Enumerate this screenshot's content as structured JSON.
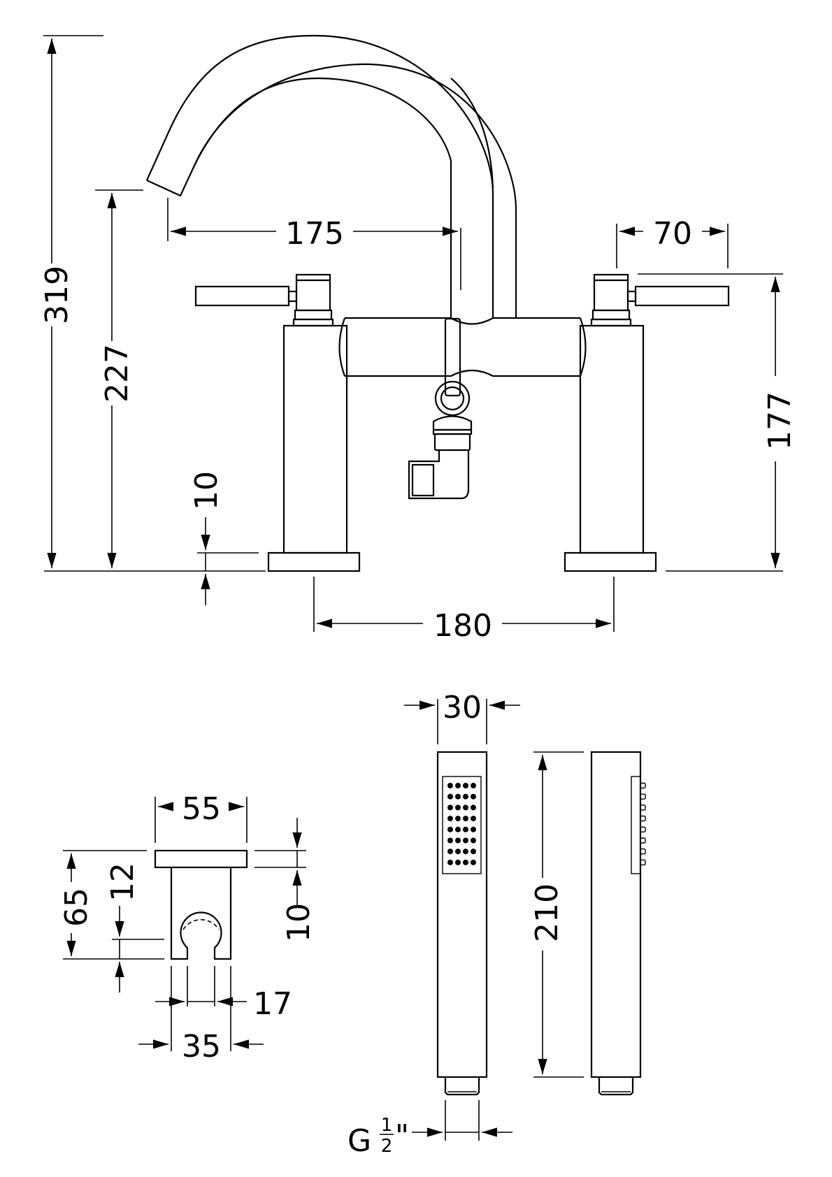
{
  "drawing": {
    "subject": "Bath shower mixer with shower holder and handset",
    "units": "mm",
    "line_color": "#000000",
    "background_color": "#ffffff"
  },
  "mixer": {
    "dimensions": {
      "overall_height": "319",
      "spout_outlet_height": "227",
      "spout_reach": "175",
      "lever_length": "70",
      "handle_height": "177",
      "base_thickness": "10",
      "tap_centres": "180"
    }
  },
  "holder": {
    "dimensions": {
      "width": "55",
      "height": "65",
      "plate_thickness": "10",
      "clip_offset": "12",
      "clip_opening": "17",
      "clip_outer": "35"
    }
  },
  "handset": {
    "dimensions": {
      "width": "30",
      "length": "210",
      "thread_prefix": "G",
      "thread_num": "1",
      "thread_den": "2",
      "thread_unit": "\""
    },
    "nozzle_grid": {
      "rows": 8,
      "cols": 4
    }
  }
}
